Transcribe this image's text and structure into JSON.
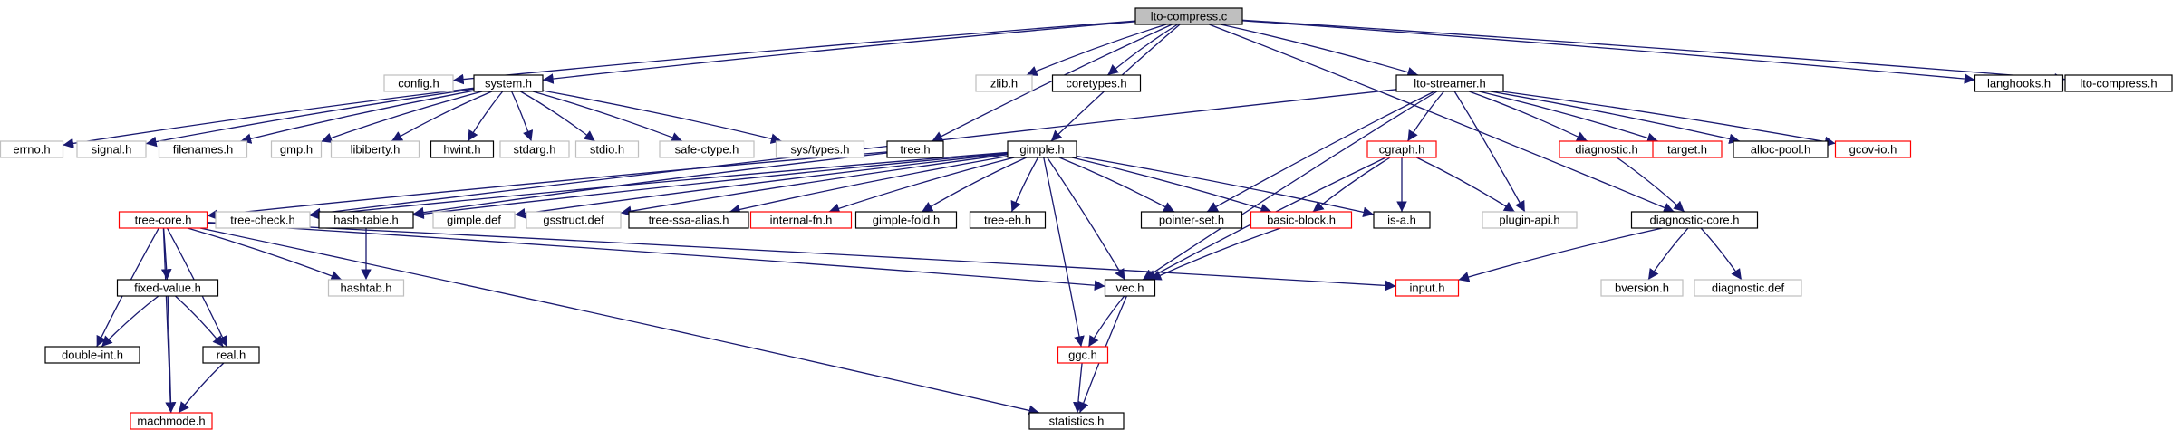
{
  "graph": {
    "nodes": [
      {
        "id": "lto-compress-c",
        "label": "lto-compress.c",
        "style": "root"
      },
      {
        "id": "config-h",
        "label": "config.h",
        "style": "missing"
      },
      {
        "id": "system-h",
        "label": "system.h",
        "style": "normal"
      },
      {
        "id": "zlib-h",
        "label": "zlib.h",
        "style": "missing"
      },
      {
        "id": "coretypes-h",
        "label": "coretypes.h",
        "style": "normal"
      },
      {
        "id": "lto-streamer-h",
        "label": "lto-streamer.h",
        "style": "normal"
      },
      {
        "id": "langhooks-h",
        "label": "langhooks.h",
        "style": "normal"
      },
      {
        "id": "lto-compress-h",
        "label": "lto-compress.h",
        "style": "normal"
      },
      {
        "id": "errno-h",
        "label": "errno.h",
        "style": "missing"
      },
      {
        "id": "signal-h",
        "label": "signal.h",
        "style": "missing"
      },
      {
        "id": "filenames-h",
        "label": "filenames.h",
        "style": "missing"
      },
      {
        "id": "gmp-h",
        "label": "gmp.h",
        "style": "missing"
      },
      {
        "id": "libiberty-h",
        "label": "libiberty.h",
        "style": "missing"
      },
      {
        "id": "hwint-h",
        "label": "hwint.h",
        "style": "normal"
      },
      {
        "id": "stdarg-h",
        "label": "stdarg.h",
        "style": "missing"
      },
      {
        "id": "stdio-h",
        "label": "stdio.h",
        "style": "missing"
      },
      {
        "id": "safe-ctype-h",
        "label": "safe-ctype.h",
        "style": "missing"
      },
      {
        "id": "sys-types-h",
        "label": "sys/types.h",
        "style": "missing"
      },
      {
        "id": "tree-h",
        "label": "tree.h",
        "style": "normal"
      },
      {
        "id": "gimple-h",
        "label": "gimple.h",
        "style": "normal"
      },
      {
        "id": "cgraph-h",
        "label": "cgraph.h",
        "style": "truncated"
      },
      {
        "id": "diagnostic-h",
        "label": "diagnostic.h",
        "style": "truncated"
      },
      {
        "id": "target-h",
        "label": "target.h",
        "style": "truncated"
      },
      {
        "id": "alloc-pool-h",
        "label": "alloc-pool.h",
        "style": "normal"
      },
      {
        "id": "gcov-io-h",
        "label": "gcov-io.h",
        "style": "truncated"
      },
      {
        "id": "tree-core-h",
        "label": "tree-core.h",
        "style": "truncated"
      },
      {
        "id": "tree-check-h",
        "label": "tree-check.h",
        "style": "missing"
      },
      {
        "id": "hash-table-h",
        "label": "hash-table.h",
        "style": "normal"
      },
      {
        "id": "gimple-def",
        "label": "gimple.def",
        "style": "missing"
      },
      {
        "id": "gsstruct-def",
        "label": "gsstruct.def",
        "style": "missing"
      },
      {
        "id": "tree-ssa-alias-h",
        "label": "tree-ssa-alias.h",
        "style": "normal"
      },
      {
        "id": "internal-fn-h",
        "label": "internal-fn.h",
        "style": "truncated"
      },
      {
        "id": "gimple-fold-h",
        "label": "gimple-fold.h",
        "style": "normal"
      },
      {
        "id": "tree-eh-h",
        "label": "tree-eh.h",
        "style": "normal"
      },
      {
        "id": "pointer-set-h",
        "label": "pointer-set.h",
        "style": "normal"
      },
      {
        "id": "basic-block-h",
        "label": "basic-block.h",
        "style": "truncated"
      },
      {
        "id": "is-a-h",
        "label": "is-a.h",
        "style": "normal"
      },
      {
        "id": "plugin-api-h",
        "label": "plugin-api.h",
        "style": "missing"
      },
      {
        "id": "diagnostic-core-h",
        "label": "diagnostic-core.h",
        "style": "normal"
      },
      {
        "id": "fixed-value-h",
        "label": "fixed-value.h",
        "style": "normal"
      },
      {
        "id": "hashtab-h",
        "label": "hashtab.h",
        "style": "missing"
      },
      {
        "id": "vec-h",
        "label": "vec.h",
        "style": "normal"
      },
      {
        "id": "input-h",
        "label": "input.h",
        "style": "truncated"
      },
      {
        "id": "bversion-h",
        "label": "bversion.h",
        "style": "missing"
      },
      {
        "id": "diagnostic-def",
        "label": "diagnostic.def",
        "style": "missing"
      },
      {
        "id": "double-int-h",
        "label": "double-int.h",
        "style": "normal"
      },
      {
        "id": "real-h",
        "label": "real.h",
        "style": "normal"
      },
      {
        "id": "ggc-h",
        "label": "ggc.h",
        "style": "truncated"
      },
      {
        "id": "machmode-h",
        "label": "machmode.h",
        "style": "truncated"
      },
      {
        "id": "statistics-h",
        "label": "statistics.h",
        "style": "normal"
      }
    ],
    "edges": [
      [
        "lto-compress-c",
        "config-h"
      ],
      [
        "lto-compress-c",
        "system-h"
      ],
      [
        "lto-compress-c",
        "zlib-h"
      ],
      [
        "lto-compress-c",
        "coretypes-h"
      ],
      [
        "lto-compress-c",
        "tree-h"
      ],
      [
        "lto-compress-c",
        "gimple-h"
      ],
      [
        "lto-compress-c",
        "lto-streamer-h"
      ],
      [
        "lto-compress-c",
        "diagnostic-core-h"
      ],
      [
        "lto-compress-c",
        "langhooks-h"
      ],
      [
        "lto-compress-c",
        "lto-compress-h"
      ],
      [
        "system-h",
        "errno-h"
      ],
      [
        "system-h",
        "signal-h"
      ],
      [
        "system-h",
        "filenames-h"
      ],
      [
        "system-h",
        "gmp-h"
      ],
      [
        "system-h",
        "libiberty-h"
      ],
      [
        "system-h",
        "hwint-h"
      ],
      [
        "system-h",
        "stdarg-h"
      ],
      [
        "system-h",
        "stdio-h"
      ],
      [
        "system-h",
        "safe-ctype-h"
      ],
      [
        "system-h",
        "sys-types-h"
      ],
      [
        "lto-streamer-h",
        "tree-check-h"
      ],
      [
        "lto-streamer-h",
        "cgraph-h"
      ],
      [
        "lto-streamer-h",
        "pointer-set-h"
      ],
      [
        "lto-streamer-h",
        "plugin-api-h"
      ],
      [
        "lto-streamer-h",
        "vec-h"
      ],
      [
        "lto-streamer-h",
        "diagnostic-h"
      ],
      [
        "lto-streamer-h",
        "target-h"
      ],
      [
        "lto-streamer-h",
        "alloc-pool-h"
      ],
      [
        "lto-streamer-h",
        "gcov-io-h"
      ],
      [
        "tree-h",
        "tree-core-h"
      ],
      [
        "tree-h",
        "hash-table-h"
      ],
      [
        "gimple-h",
        "tree-check-h"
      ],
      [
        "gimple-h",
        "hash-table-h"
      ],
      [
        "gimple-h",
        "gimple-def"
      ],
      [
        "gimple-h",
        "gsstruct-def"
      ],
      [
        "gimple-h",
        "tree-ssa-alias-h"
      ],
      [
        "gimple-h",
        "internal-fn-h"
      ],
      [
        "gimple-h",
        "gimple-fold-h"
      ],
      [
        "gimple-h",
        "tree-eh-h"
      ],
      [
        "gimple-h",
        "pointer-set-h"
      ],
      [
        "gimple-h",
        "basic-block-h"
      ],
      [
        "gimple-h",
        "is-a-h"
      ],
      [
        "gimple-h",
        "vec-h"
      ],
      [
        "gimple-h",
        "ggc-h"
      ],
      [
        "cgraph-h",
        "basic-block-h"
      ],
      [
        "cgraph-h",
        "is-a-h"
      ],
      [
        "cgraph-h",
        "plugin-api-h"
      ],
      [
        "cgraph-h",
        "vec-h"
      ],
      [
        "diagnostic-h",
        "diagnostic-core-h"
      ],
      [
        "diagnostic-core-h",
        "input-h"
      ],
      [
        "diagnostic-core-h",
        "bversion-h"
      ],
      [
        "diagnostic-core-h",
        "diagnostic-def"
      ],
      [
        "tree-core-h",
        "fixed-value-h"
      ],
      [
        "tree-core-h",
        "hashtab-h"
      ],
      [
        "tree-core-h",
        "double-int-h"
      ],
      [
        "tree-core-h",
        "real-h"
      ],
      [
        "tree-core-h",
        "machmode-h"
      ],
      [
        "tree-core-h",
        "vec-h"
      ],
      [
        "tree-core-h",
        "input-h"
      ],
      [
        "tree-core-h",
        "statistics-h"
      ],
      [
        "hash-table-h",
        "hashtab-h"
      ],
      [
        "basic-block-h",
        "vec-h"
      ],
      [
        "fixed-value-h",
        "double-int-h"
      ],
      [
        "fixed-value-h",
        "real-h"
      ],
      [
        "fixed-value-h",
        "machmode-h"
      ],
      [
        "real-h",
        "machmode-h"
      ],
      [
        "vec-h",
        "ggc-h"
      ],
      [
        "vec-h",
        "statistics-h"
      ],
      [
        "ggc-h",
        "statistics-h"
      ]
    ],
    "colors": {
      "edge": "#191970",
      "root_fill": "#bfbfbf",
      "normal_border": "#000000",
      "missing_border": "#bfbfbf",
      "truncated_border": "#ff0000",
      "text": "#000000"
    }
  }
}
